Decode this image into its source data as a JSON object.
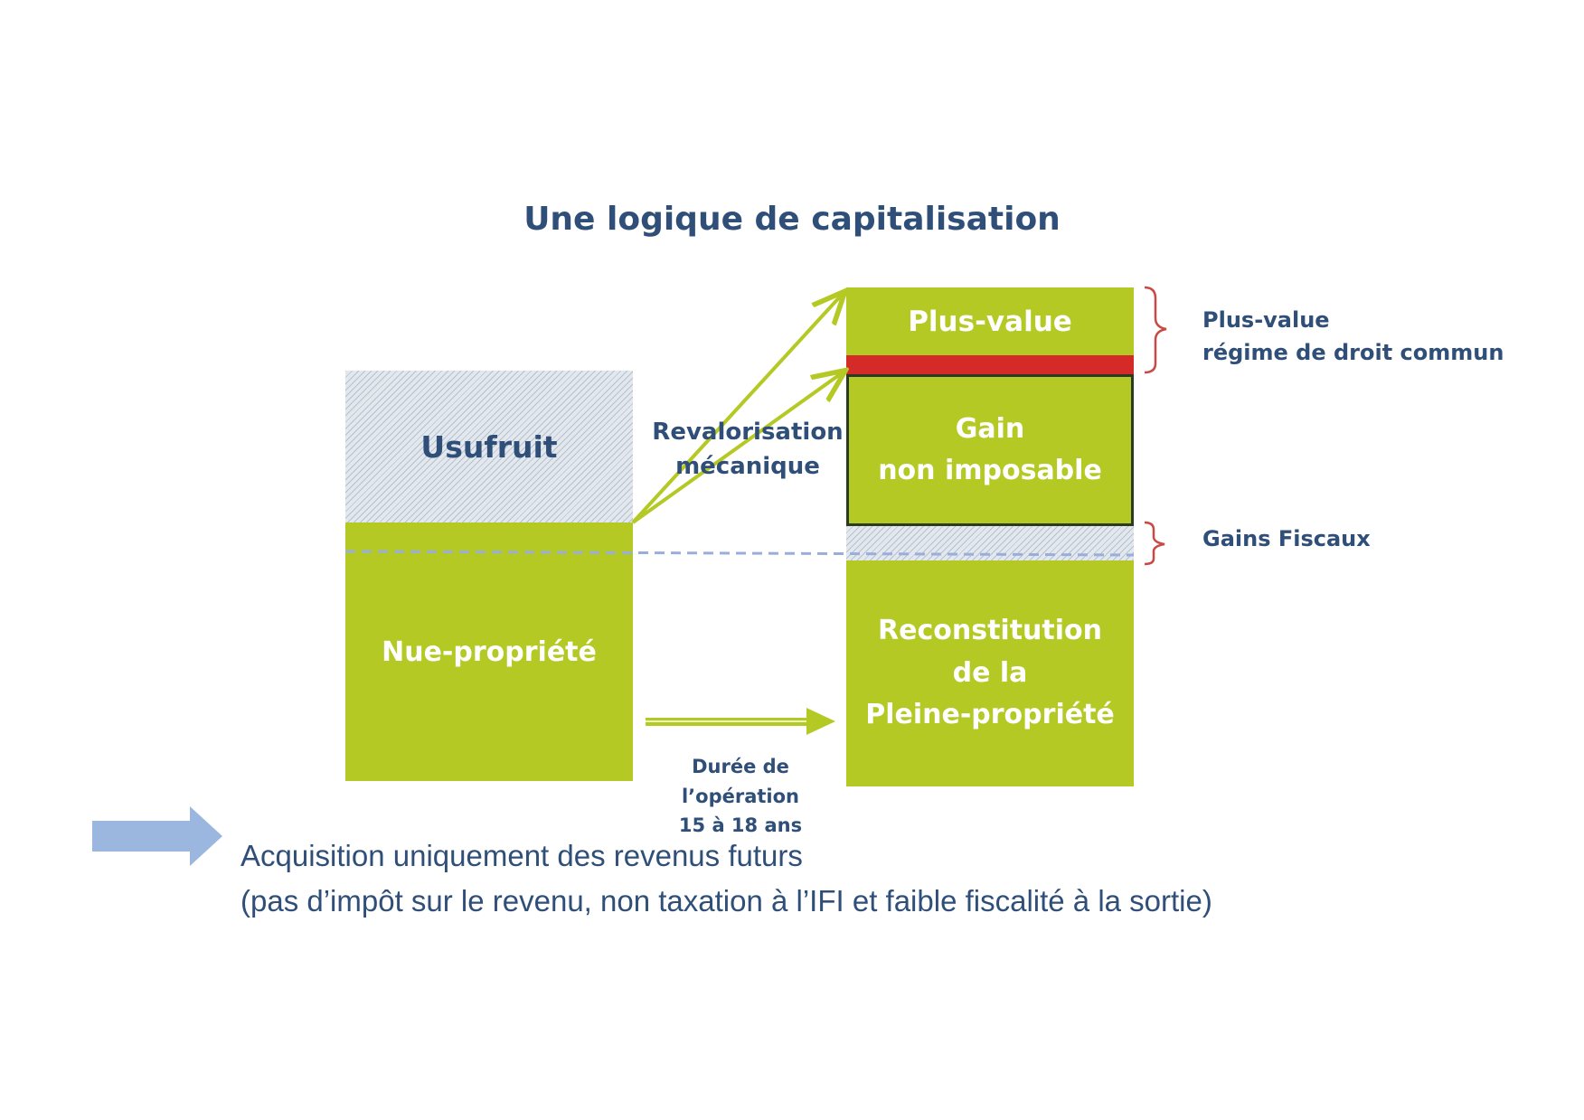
{
  "title": "Une logique de capitalisation",
  "left_column": {
    "usufruit": "Usufruit",
    "nue_propriete": "Nue-propriété"
  },
  "right_column": {
    "plus_value": "Plus-value",
    "gain_line1": "Gain",
    "gain_line2": "non imposable",
    "reconstitution_line1": "Reconstitution",
    "reconstitution_line2": "de la",
    "reconstitution_line3": "Pleine-propriété"
  },
  "middle": {
    "revalorisation_line1": "Revalorisation",
    "revalorisation_line2": "mécanique",
    "duree_line1": "Durée de l’opération",
    "duree_line2": "15 à 18 ans"
  },
  "annotations": {
    "plus_value_line1": "Plus-value",
    "plus_value_line2": "régime de droit commun",
    "gains_fiscaux": "Gains Fiscaux"
  },
  "conclusion": {
    "line1": "Acquisition uniquement des revenus futurs",
    "line2": "(pas d’impôt sur le revenu, non taxation à l’IFI et faible fiscalité à la sortie)"
  },
  "colors": {
    "green": "#b5c925",
    "red": "#d42a28",
    "navy_text": "#2f4f79",
    "hatch": "#e3e8ee",
    "arrow_blue": "#9bb7df"
  }
}
